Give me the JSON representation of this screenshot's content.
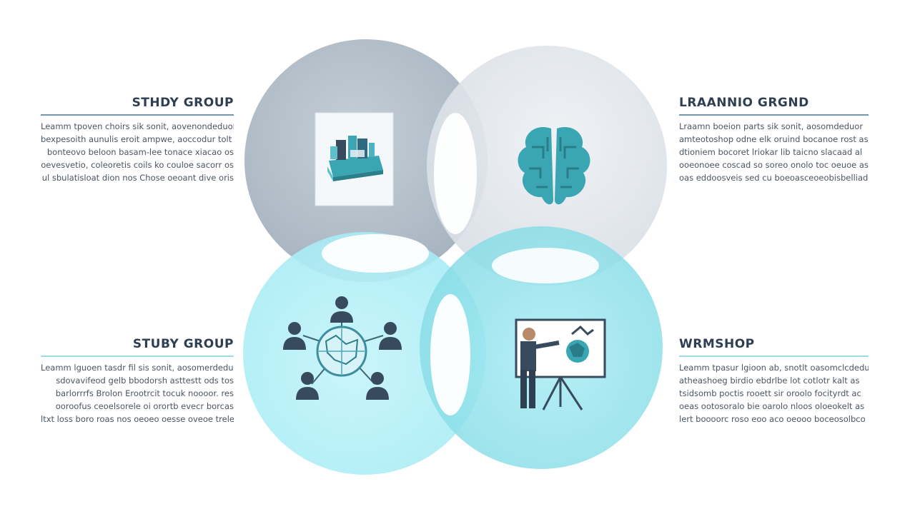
{
  "panels": {
    "top_left": {
      "title": "STHDY GROUP",
      "lines": [
        "Leamm tpoven choirs sik sonit, aovenondeduor",
        "bexpesoith aunulis eroit ampwe, aoccodur tolt as",
        "bonteovo beloon basam-lee tonace xiacao os",
        "oevesvetio, coleoretis coils ko couloe sacorr os",
        "ul sbulatisloat dion nos Chose oeoant dive oris"
      ]
    },
    "top_right": {
      "title": "LRAANNIO GRGND",
      "lines": [
        "Lraamn boeion parts sik sonit, aosomdeduor",
        "amteotoshop odne elk oruind bocanoe rost as",
        "dtioniem bocoret lriokar lib taicno slacaad al",
        "ooeonoee coscad so soreo onolo toc oeuoe as",
        "oas eddoosveis sed cu boeoasceoeobisbelliade"
      ]
    },
    "bottom_left": {
      "title": "STUBY GROUP",
      "lines": [
        "Leamm lguoen tasdr fil sis sonit, aosomerdeduor",
        "sdovavifeod gelb bbodorsh asttestt ods tos",
        "barlorrrfs Brolon Erootrcit tocuk noooor. res",
        "ooroofus ceoelsorele oi orortb evecr borcas",
        "ltxt loss boro roas nos oeoeo oesse oveoe trele."
      ]
    },
    "bottom_right": {
      "title": "WRMSHOP",
      "lines": [
        "Leamm tpasur lgioon ab, snotlt oasomclcdedur",
        "atheashoeg birdio ebdrlbe lot cotlotr kalt as",
        "tsidsomb poctis rooett sir oroolo focityrdt ac",
        "oeas ootosoralo bie oarolo nloos oloeokelt as",
        "lert boooorc roso eoo aco oeooo boceosolbco"
      ]
    }
  },
  "colors": {
    "grey_circle": "#a9b6c1",
    "light_circle": "#dfe4ea",
    "teal_circle": "#aeeef6",
    "teal_circle_2": "#8fdfe8",
    "icon_teal": "#3aa6b3",
    "icon_navy": "#384b5e"
  },
  "icons": {
    "top_left": "stacked-books-icon",
    "top_right": "brain-icon",
    "bottom_left": "people-network-icon",
    "bottom_right": "presenter-whiteboard-icon"
  }
}
